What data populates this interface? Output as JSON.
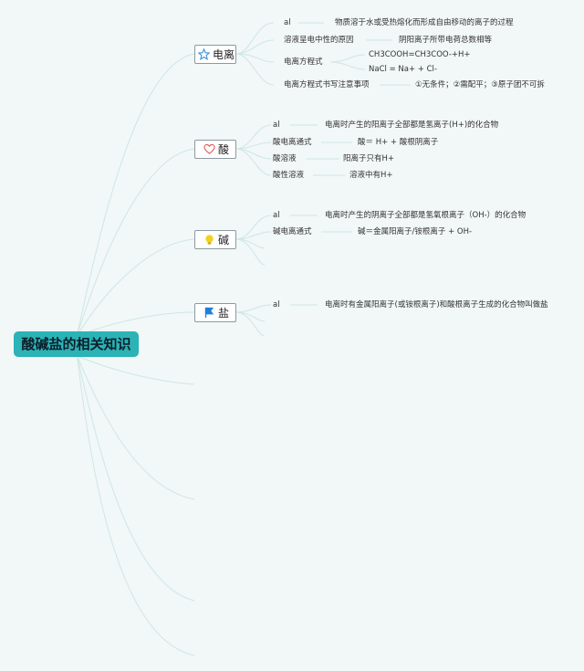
{
  "root": {
    "label": "酸碱盐的相关知识"
  },
  "categories": [
    {
      "label": "电离",
      "icon": "star-icon",
      "items": [
        {
          "label": "al",
          "value": "物质溶于水或受热熔化而形成自由移动的离子的过程"
        },
        {
          "label": "溶液呈电中性的原因",
          "value": "阴阳离子所带电荷总数相等"
        },
        {
          "label": "电离方程式",
          "values": [
            "CH3COOH=CH3COO-+H+",
            "NaCl = Na+ + Cl-"
          ]
        },
        {
          "label": "电离方程式书写注意事项",
          "value": "①无条件；②需配平；③原子团不可拆"
        }
      ]
    },
    {
      "label": "酸",
      "icon": "heart-icon",
      "items": [
        {
          "label": "al",
          "value": "电离时产生的阳离子全部都是氢离子(H+)的化合物"
        },
        {
          "label": "酸电离通式",
          "value": "酸＝ H+ + 酸根阴离子"
        },
        {
          "label": "酸溶液",
          "value": "阳离子只有H+"
        },
        {
          "label": "酸性溶液",
          "value": "溶液中有H+"
        }
      ]
    },
    {
      "label": "碱",
      "icon": "lightbulb-icon",
      "items": [
        {
          "label": "al",
          "value": "电离时产生的阴离子全部都是氢氧根离子（OH-）的化合物"
        },
        {
          "label": "碱电离通式",
          "value": "碱＝金属阳离子/铵根离子 + OH-"
        }
      ]
    },
    {
      "label": "盐",
      "icon": "flag-icon",
      "items": [
        {
          "label": "al",
          "value": "电离时有金属阳离子(或铵根离子)和酸根离子生成的化合物叫做盐"
        }
      ]
    }
  ],
  "colors": {
    "root": "#2bb3b6",
    "branch": "#cfe6e6",
    "star": "#3b8fd9",
    "heart": "#e05a5a",
    "bulb": "#f2d21b",
    "flag": "#1f7fd6"
  }
}
